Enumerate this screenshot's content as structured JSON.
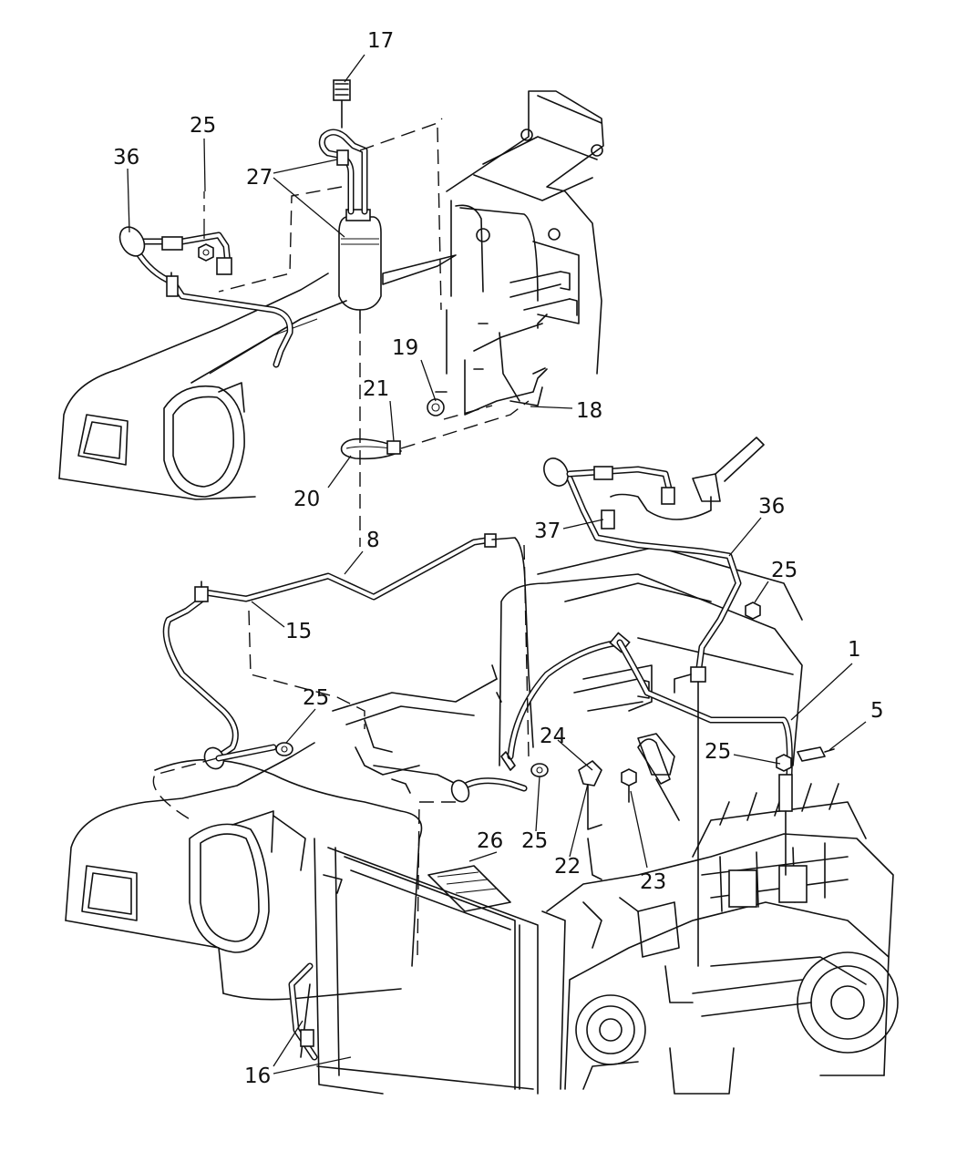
{
  "diagram": {
    "callouts": [
      {
        "key": "c17",
        "text": "17"
      },
      {
        "key": "c25a",
        "text": "25"
      },
      {
        "key": "c36a",
        "text": "36"
      },
      {
        "key": "c27",
        "text": "27"
      },
      {
        "key": "c19",
        "text": "19"
      },
      {
        "key": "c21",
        "text": "21"
      },
      {
        "key": "c18",
        "text": "18"
      },
      {
        "key": "c20",
        "text": "20"
      },
      {
        "key": "c8",
        "text": "8"
      },
      {
        "key": "c36b",
        "text": "36"
      },
      {
        "key": "c37",
        "text": "37"
      },
      {
        "key": "c25b",
        "text": "25"
      },
      {
        "key": "c15",
        "text": "15"
      },
      {
        "key": "c1",
        "text": "1"
      },
      {
        "key": "c25c",
        "text": "25"
      },
      {
        "key": "c5",
        "text": "5"
      },
      {
        "key": "c24",
        "text": "24"
      },
      {
        "key": "c25d",
        "text": "25"
      },
      {
        "key": "c25e",
        "text": "25"
      },
      {
        "key": "c26",
        "text": "26"
      },
      {
        "key": "c22",
        "text": "22"
      },
      {
        "key": "c23",
        "text": "23"
      },
      {
        "key": "c16",
        "text": "16"
      }
    ]
  }
}
